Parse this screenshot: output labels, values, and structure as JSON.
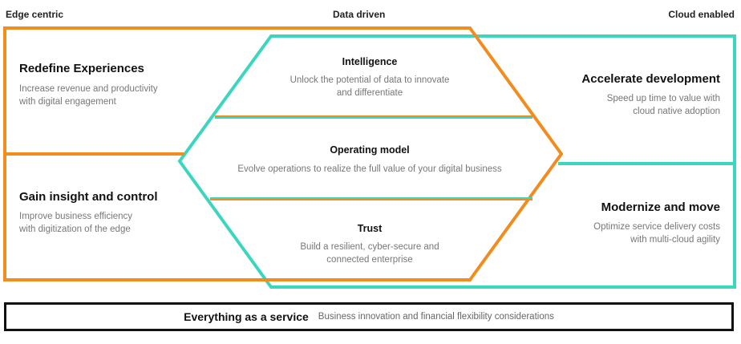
{
  "headers": {
    "left": "Edge centric",
    "center": "Data driven",
    "right": "Cloud enabled"
  },
  "left": [
    {
      "title": "Redefine Experiences",
      "desc": "Increase revenue and productivity with digital engagement"
    },
    {
      "title": "Gain insight and control",
      "desc": "Improve business efficiency with digitization of the edge"
    }
  ],
  "center": [
    {
      "title": "Intelligence",
      "desc": "Unlock the potential of data to innovate and differentiate"
    },
    {
      "title": "Operating model",
      "desc": "Evolve operations to realize the full value of your digital business"
    },
    {
      "title": "Trust",
      "desc": "Build a resilient, cyber-secure and connected enterprise"
    }
  ],
  "right": [
    {
      "title": "Accelerate development",
      "desc": "Speed up time to value with cloud native adoption"
    },
    {
      "title": "Modernize and move",
      "desc": "Optimize service delivery costs with multi-cloud agility"
    }
  ],
  "bottom": {
    "title": "Everything as a service",
    "desc": "Business innovation and financial flexibility considerations"
  },
  "colors": {
    "orange": "#f28c1e",
    "teal": "#3cd6c0",
    "dark": "#111111"
  }
}
